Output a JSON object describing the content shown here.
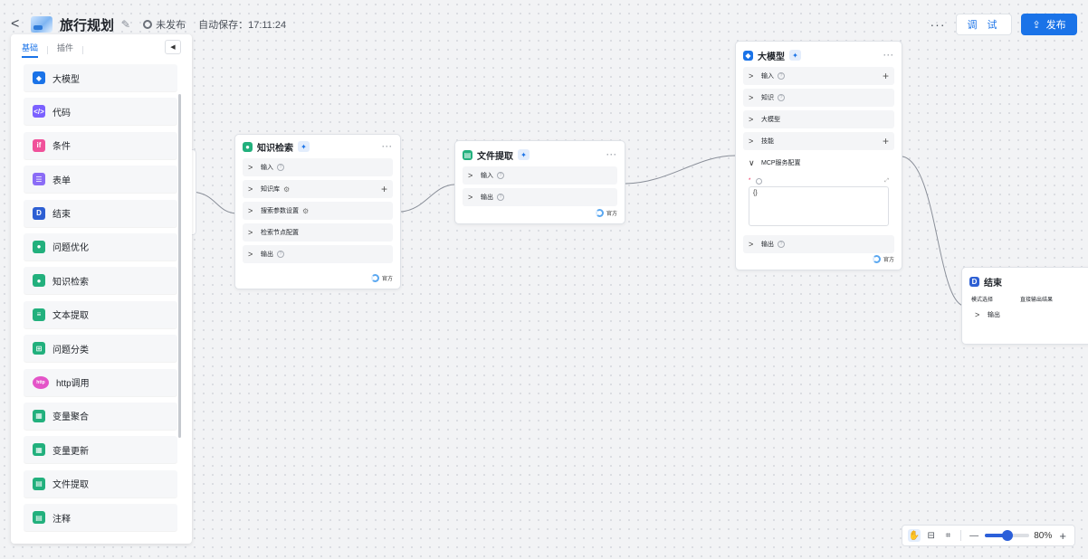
{
  "header": {
    "back_glyph": "<",
    "title": "旅行规划",
    "publish_state": "未发布",
    "autosave": "自动保存：17:11:24",
    "more": "···",
    "debug_label": "调 试",
    "publish_label": "发布"
  },
  "sidebar": {
    "tabs": [
      "基础",
      "插件"
    ],
    "collapse_glyph": "◀",
    "items": [
      {
        "label": "大模型",
        "icon": "cube-icon",
        "color": "#1a73e8",
        "glyph": "◆"
      },
      {
        "label": "代码",
        "icon": "code-icon",
        "color": "#7b61ff",
        "glyph": "</>"
      },
      {
        "label": "条件",
        "icon": "condition-icon",
        "color": "#f0519a",
        "glyph": "if"
      },
      {
        "label": "表单",
        "icon": "form-icon",
        "color": "#8b6cf6",
        "glyph": "☰"
      },
      {
        "label": "结束",
        "icon": "end-icon",
        "color": "#2d5fd3",
        "glyph": "D"
      },
      {
        "label": "问题优化",
        "icon": "optimize-icon",
        "color": "#22b07d",
        "glyph": "●"
      },
      {
        "label": "知识检索",
        "icon": "knowledge-icon",
        "color": "#22b07d",
        "glyph": "●"
      },
      {
        "label": "文本提取",
        "icon": "text-extract-icon",
        "color": "#22b07d",
        "glyph": "≡"
      },
      {
        "label": "问题分类",
        "icon": "classify-icon",
        "color": "#22b07d",
        "glyph": "⊞"
      },
      {
        "label": "http调用",
        "icon": "http-icon",
        "color": "#e455c8",
        "glyph": "http"
      },
      {
        "label": "变量聚合",
        "icon": "var-merge-icon",
        "color": "#22b07d",
        "glyph": "▦"
      },
      {
        "label": "变量更新",
        "icon": "var-update-icon",
        "color": "#22b07d",
        "glyph": "▦"
      },
      {
        "label": "文件提取",
        "icon": "file-extract-icon",
        "color": "#22b07d",
        "glyph": "▤"
      },
      {
        "label": "注释",
        "icon": "comment-icon",
        "color": "#22b07d",
        "glyph": "▤"
      }
    ]
  },
  "nodes": {
    "knowledge": {
      "title": "知识检索",
      "rows": [
        {
          "label": "输入",
          "help": true,
          "plus": false,
          "gear": false
        },
        {
          "label": "知识库",
          "help": false,
          "plus": true,
          "gear": true
        },
        {
          "label": "搜索参数设置",
          "help": false,
          "plus": false,
          "gear": true
        },
        {
          "label": "检索节点配置",
          "help": false,
          "plus": false,
          "gear": false
        },
        {
          "label": "输出",
          "help": true,
          "plus": false,
          "gear": false
        }
      ],
      "official": "官方"
    },
    "file_extract": {
      "title": "文件提取",
      "rows": [
        {
          "label": "输入",
          "help": true
        },
        {
          "label": "输出",
          "help": true
        }
      ],
      "official": "官方"
    },
    "llm": {
      "title": "大模型",
      "rows": [
        {
          "label": "输入",
          "help": true,
          "plus": true
        },
        {
          "label": "知识",
          "help": true,
          "plus": false
        },
        {
          "label": "大模型",
          "help": false,
          "plus": false
        },
        {
          "label": "技能",
          "help": false,
          "plus": true
        }
      ],
      "mcp_label": "MCP服务配置",
      "mcp_required": "*",
      "mcp_value": "{}",
      "output_label": "输出",
      "official": "官方"
    },
    "end": {
      "title": "结束",
      "mode_label": "模式选择",
      "mode_value": "直接输出结果",
      "output_label": "输出"
    }
  },
  "toolbar": {
    "zoom": "80%",
    "zoom_level": 0.8,
    "minus": "—",
    "plus": "+"
  }
}
